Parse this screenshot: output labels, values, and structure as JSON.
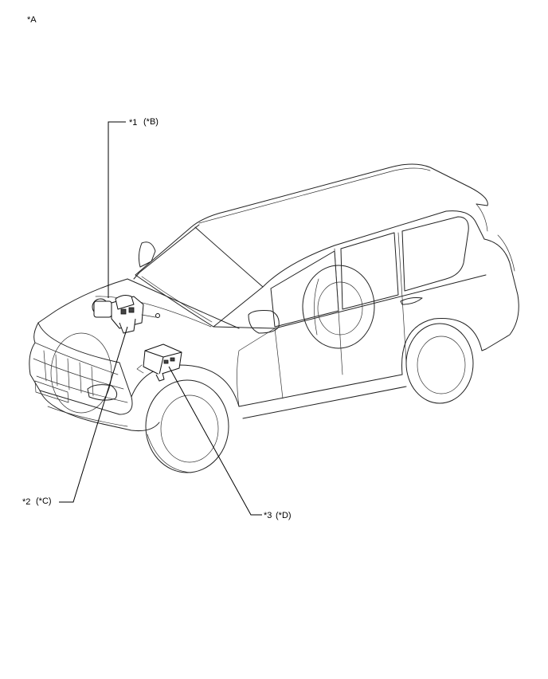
{
  "view_label": "*A",
  "callouts": [
    {
      "num": "*1",
      "ref": "(*B)"
    },
    {
      "num": "*2",
      "ref": "(*C)"
    },
    {
      "num": "*3",
      "ref": "(*D)"
    }
  ]
}
